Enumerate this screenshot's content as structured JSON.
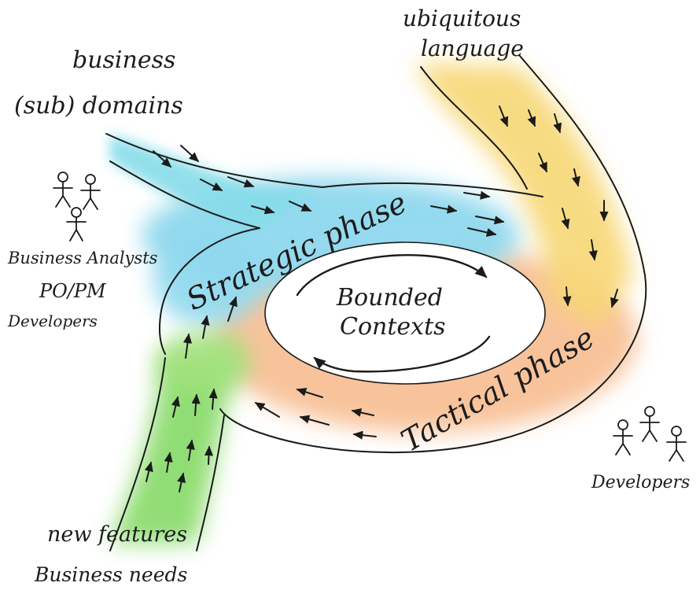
{
  "diagram": {
    "inputs": {
      "business_domains": [
        "business",
        "(sub) domains"
      ],
      "ubiquitous_language": [
        "ubiquitous",
        "language"
      ],
      "new_features": "new features",
      "business_needs": "Business needs"
    },
    "loop": {
      "strategic_phase": "Strategic phase",
      "tactical_phase": "Tactical phase",
      "center": [
        "Bounded",
        "Contexts"
      ]
    },
    "actors": {
      "left": [
        "Business Analysts",
        "PO/PM",
        "Developers"
      ],
      "right": [
        "Developers"
      ]
    },
    "colors": {
      "strategic": "#8fd8ee",
      "language": "#f7d774",
      "tactical": "#f7b98a",
      "features": "#8cdc6e"
    }
  }
}
